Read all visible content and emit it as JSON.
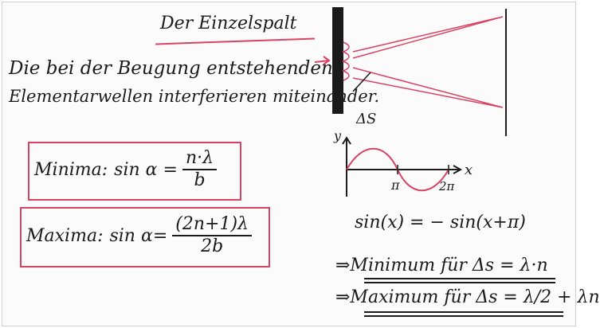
{
  "title": "Der Einzelspalt",
  "intro": {
    "line1": "Die bei der Beugung entstehenden",
    "line2": "Elementarwellen interferieren miteinander."
  },
  "minima": {
    "label": "Minima:",
    "lhs": "sin α =",
    "numerator": "n·λ",
    "denominator": "b"
  },
  "maxima": {
    "label": "Maxima:",
    "lhs": "sin α=",
    "numerator": "(2n+1)λ",
    "denominator": "2b"
  },
  "diagram": {
    "delta_s": "ΔS",
    "axis_y": "y",
    "axis_x": "x",
    "tick_pi": "π",
    "tick_2pi": "2π"
  },
  "relation": "sin(x) = − sin(x+π)",
  "result_min": "⇒Minimum für Δs = λ·n",
  "result_max": "⇒Maximum für Δs = λ/2 + λn",
  "colors": {
    "accent": "#d94363",
    "ink": "#1b1b1b",
    "board": "#fbfbfb"
  }
}
